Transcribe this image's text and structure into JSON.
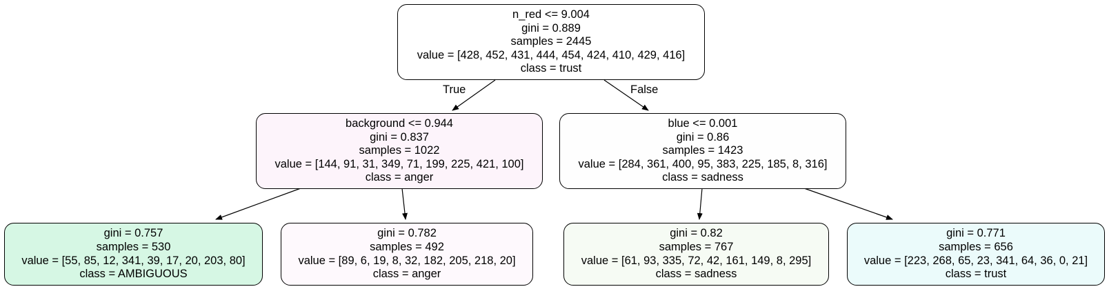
{
  "nodes": {
    "root": {
      "condition": "n_red <= 9.004",
      "gini": "gini = 0.889",
      "samples": "samples = 2445",
      "value": "value = [428, 452, 431, 444, 454, 424, 410, 429, 416]",
      "class": "class = trust",
      "fill": "#ffffff"
    },
    "left": {
      "condition": "background <= 0.944",
      "gini": "gini = 0.837",
      "samples": "samples = 1022",
      "value": "value = [144, 91, 31, 349, 71, 199, 225, 421, 100]",
      "class": "class = anger",
      "fill": "#fdf4fb"
    },
    "right": {
      "condition": "blue <= 0.001",
      "gini": "gini = 0.86",
      "samples": "samples = 1423",
      "value": "value = [284, 361, 400, 95, 383, 225, 185, 8, 316]",
      "class": "class = sadness",
      "fill": "#fefefe"
    },
    "leaf1": {
      "gini": "gini = 0.757",
      "samples": "samples = 530",
      "value": "value = [55, 85, 12, 341, 39, 17, 20, 203, 80]",
      "class": "class = AMBIGUOUS",
      "fill": "#d6f7e4"
    },
    "leaf2": {
      "gini": "gini = 0.782",
      "samples": "samples = 492",
      "value": "value = [89, 6, 19, 8, 32, 182, 205, 218, 20]",
      "class": "class = anger",
      "fill": "#fef9fd"
    },
    "leaf3": {
      "gini": "gini = 0.82",
      "samples": "samples = 767",
      "value": "value = [61, 93, 335, 72, 42, 161, 149, 8, 295]",
      "class": "class = sadness",
      "fill": "#f6fbf4"
    },
    "leaf4": {
      "gini": "gini = 0.771",
      "samples": "samples = 656",
      "value": "value = [223, 268, 65, 23, 341, 64, 36, 0, 21]",
      "class": "class = trust",
      "fill": "#ebfbfb"
    }
  },
  "edge_labels": {
    "true_label": "True",
    "false_label": "False"
  },
  "colors": {
    "stroke": "#000000"
  }
}
